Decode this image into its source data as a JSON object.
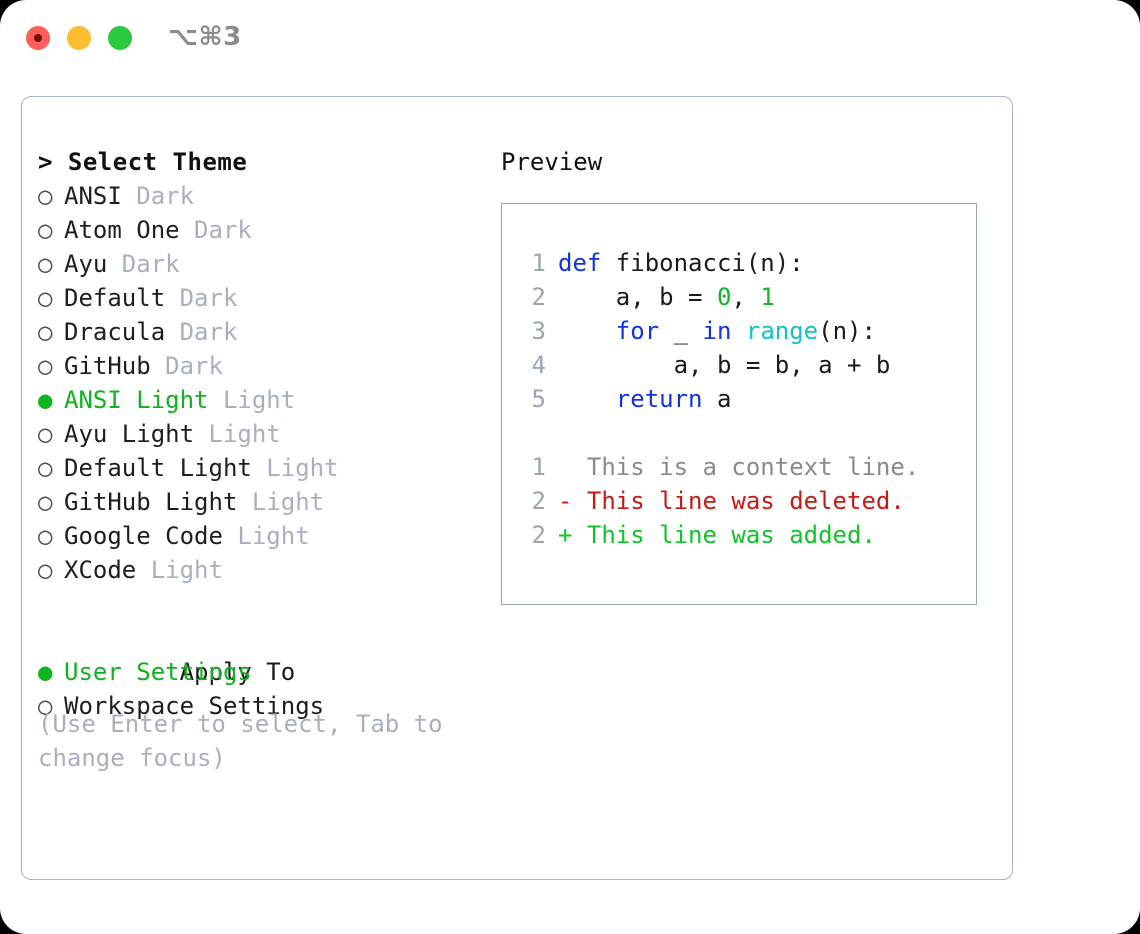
{
  "window": {
    "shortcut_label": "⌥⌘3",
    "traffic_lights": [
      "close-red",
      "minimize-yellow",
      "maximize-green"
    ]
  },
  "theme_picker": {
    "heading": "> Select Theme",
    "bullet_unselected": "○",
    "bullet_selected": "●",
    "selected_color": "#11b21f",
    "items": [
      {
        "name": "ANSI",
        "variant": "Dark",
        "selected": false
      },
      {
        "name": "Atom One",
        "variant": "Dark",
        "selected": false
      },
      {
        "name": "Ayu",
        "variant": "Dark",
        "selected": false
      },
      {
        "name": "Default",
        "variant": "Dark",
        "selected": false
      },
      {
        "name": "Dracula",
        "variant": "Dark",
        "selected": false
      },
      {
        "name": "GitHub",
        "variant": "Dark",
        "selected": false
      },
      {
        "name": "ANSI Light",
        "variant": "Light",
        "selected": true
      },
      {
        "name": "Ayu Light",
        "variant": "Light",
        "selected": false
      },
      {
        "name": "Default Light",
        "variant": "Light",
        "selected": false
      },
      {
        "name": "GitHub Light",
        "variant": "Light",
        "selected": false
      },
      {
        "name": "Google Code",
        "variant": "Light",
        "selected": false
      },
      {
        "name": "XCode",
        "variant": "Light",
        "selected": false
      }
    ]
  },
  "apply_to": {
    "heading": "Apply To",
    "options": [
      {
        "label": "User Settings",
        "selected": true
      },
      {
        "label": "Workspace Settings",
        "selected": false
      }
    ]
  },
  "hint": {
    "text": "(Use Enter to select, Tab to change focus)"
  },
  "preview": {
    "title": "Preview",
    "code_lines": [
      {
        "num": "1",
        "tokens": [
          {
            "t": "def",
            "c": "kw"
          },
          {
            "t": " fibonacci(n):",
            "c": "plain"
          }
        ]
      },
      {
        "num": "2",
        "tokens": [
          {
            "t": "    a, b = ",
            "c": "plain"
          },
          {
            "t": "0",
            "c": "num"
          },
          {
            "t": ", ",
            "c": "plain"
          },
          {
            "t": "1",
            "c": "num"
          }
        ]
      },
      {
        "num": "3",
        "tokens": [
          {
            "t": "    ",
            "c": "plain"
          },
          {
            "t": "for",
            "c": "kw"
          },
          {
            "t": " _ ",
            "c": "plain"
          },
          {
            "t": "in",
            "c": "kw"
          },
          {
            "t": " ",
            "c": "plain"
          },
          {
            "t": "range",
            "c": "fn"
          },
          {
            "t": "(n):",
            "c": "plain"
          }
        ]
      },
      {
        "num": "4",
        "tokens": [
          {
            "t": "        a, b = b, a + b",
            "c": "plain"
          }
        ]
      },
      {
        "num": "5",
        "tokens": [
          {
            "t": "    ",
            "c": "plain"
          },
          {
            "t": "return",
            "c": "kw"
          },
          {
            "t": " a",
            "c": "plain"
          }
        ]
      }
    ],
    "diff_lines": [
      {
        "num": "1",
        "marker": " ",
        "text": " This is a context line.",
        "cls": "ctx"
      },
      {
        "num": "2",
        "marker": "-",
        "text": " This line was deleted.",
        "cls": "del"
      },
      {
        "num": "2",
        "marker": "+",
        "text": " This line was added.",
        "cls": "add"
      }
    ]
  },
  "colors": {
    "accent_green": "#11b21f",
    "muted": "#a8b0bd",
    "border": "#a9b3c1",
    "keyword_blue": "#1232e0",
    "function_cyan": "#12c0cf",
    "number_green": "#12b52c",
    "diff_add": "#12c42c",
    "diff_del": "#c41c14"
  }
}
